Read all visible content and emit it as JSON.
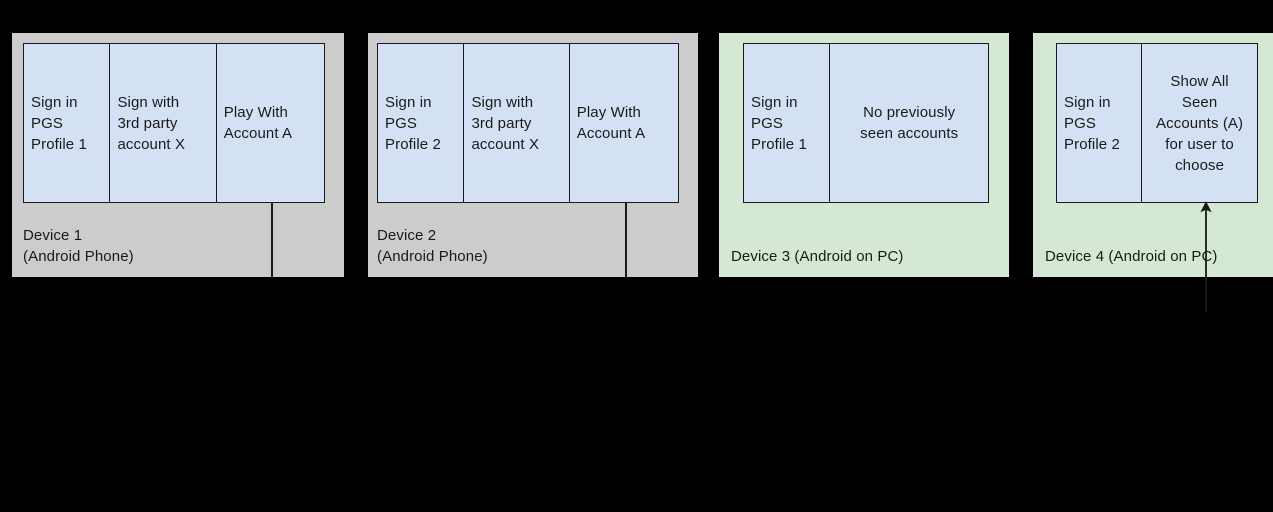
{
  "diagram": {
    "background_color": "#000000",
    "panel_phone_color": "#cccccc",
    "panel_pc_color": "#d5e8d4",
    "box_color": "#d4e1f5",
    "stroke_color": "#1a1a1a",
    "devices": [
      {
        "id": "device-1",
        "label": "Device 1\n(Android Phone)",
        "type": "phone",
        "steps": [
          {
            "text": "Sign in\nPGS\nProfile 1",
            "align": "left"
          },
          {
            "text": "Sign with\n3rd party\naccount X",
            "align": "left"
          },
          {
            "text": "Play With\nAccount A",
            "align": "left"
          }
        ]
      },
      {
        "id": "device-2",
        "label": "Device 2\n(Android Phone)",
        "type": "phone",
        "steps": [
          {
            "text": "Sign in\nPGS\nProfile 2",
            "align": "left"
          },
          {
            "text": "Sign with\n3rd party\naccount X",
            "align": "left"
          },
          {
            "text": "Play With\nAccount A",
            "align": "left"
          }
        ]
      },
      {
        "id": "device-3",
        "label": "Device 3 (Android on PC)",
        "type": "pc",
        "steps": [
          {
            "text": "Sign in\nPGS\nProfile 1",
            "align": "left"
          },
          {
            "text": "No previously\nseen accounts",
            "align": "center"
          }
        ]
      },
      {
        "id": "device-4",
        "label": "Device 4 (Android on PC)",
        "type": "pc",
        "steps": [
          {
            "text": "Sign in\nPGS\nProfile 2",
            "align": "left"
          },
          {
            "text": "Show All\nSeen\nAccounts (A)\nfor user to\nchoose",
            "align": "center"
          }
        ]
      }
    ]
  }
}
